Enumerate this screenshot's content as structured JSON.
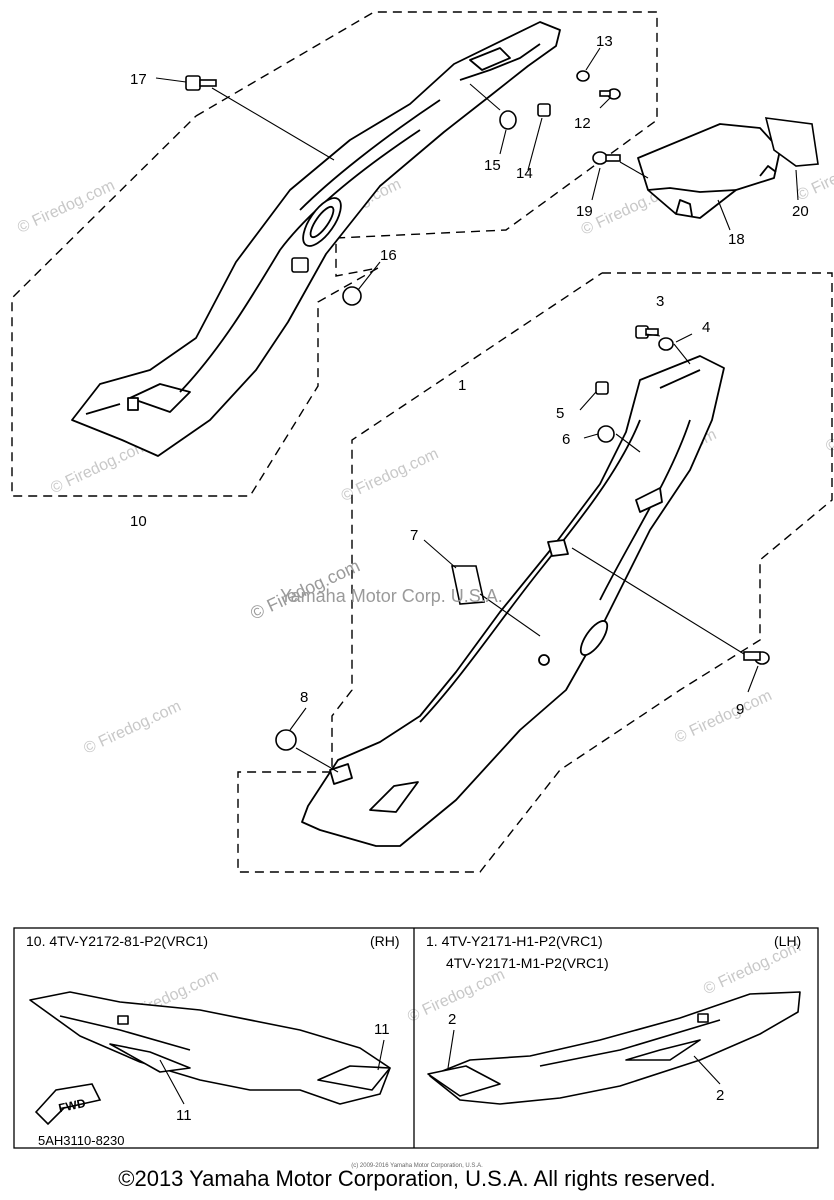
{
  "callouts": {
    "c1": "1",
    "c2a": "2",
    "c2b": "2",
    "c3": "3",
    "c4": "4",
    "c5": "5",
    "c6": "6",
    "c7": "7",
    "c8": "8",
    "c9": "9",
    "c10": "10",
    "c11a": "11",
    "c11b": "11",
    "c12": "12",
    "c13": "13",
    "c14": "14",
    "c15": "15",
    "c16": "16",
    "c17": "17",
    "c18": "18",
    "c19": "19",
    "c20": "20"
  },
  "watermark": {
    "site": "© Firedog.com",
    "center_site": "© Firedog.com",
    "center_owner": "Yamaha Motor Corp. U.S.A."
  },
  "panels": {
    "right_hand": {
      "part_line": "10. 4TV-Y2172-81-P2(VRC1)",
      "side": "(RH)",
      "fwd": "FWD"
    },
    "left_hand": {
      "part_line_1": "1. 4TV-Y2171-H1-P2(VRC1)",
      "part_line_2": "4TV-Y2171-M1-P2(VRC1)",
      "side": "(LH)"
    }
  },
  "drawing_number": "5AH3110-8230",
  "copyright": "©2013 Yamaha Motor Corporation, U.S.A. All rights reserved.",
  "fine_print": "(c) 2009-2016 Yamaha Motor Corporation, U.S.A."
}
